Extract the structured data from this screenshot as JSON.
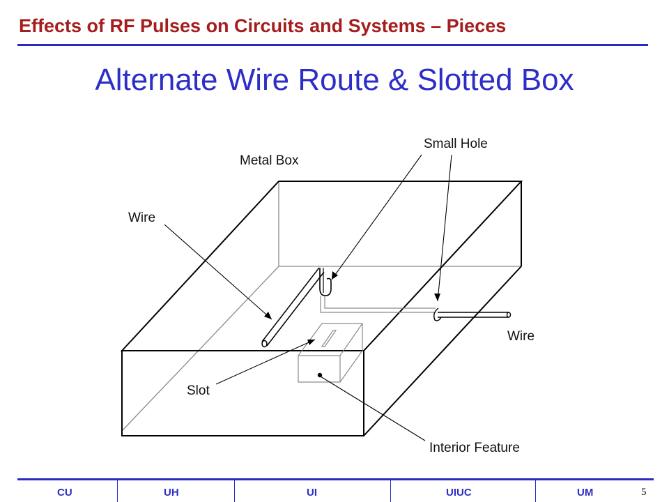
{
  "header": {
    "title": "Effects of RF Pulses on Circuits and Systems – Pieces"
  },
  "slide": {
    "title": "Alternate Wire Route & Slotted Box"
  },
  "diagram": {
    "labels": {
      "metal_box": "Metal Box",
      "small_hole": "Small Hole",
      "wire_left": "Wire",
      "wire_right": "Wire",
      "slot": "Slot",
      "interior_feature": "Interior Feature"
    }
  },
  "footer": {
    "items": [
      "CU",
      "UH",
      "UI",
      "UIUC",
      "UM"
    ],
    "page_number": "5"
  },
  "colors": {
    "header_title": "#a51d1d",
    "rule_blue": "#2b2bbf",
    "title_blue": "#2d2dc8"
  }
}
